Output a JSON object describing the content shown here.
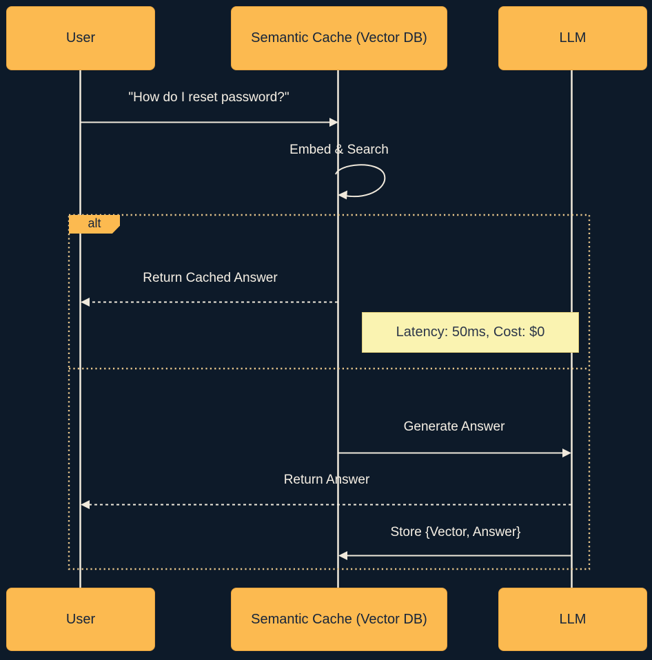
{
  "colors": {
    "bg": "#0d1a29",
    "actor-fill": "#fcba50",
    "actor-border": "#e8a33d",
    "actor-text": "#15243a",
    "line": "#f0e9dc",
    "text": "#f5efe4",
    "frame": "#e9c78c",
    "note-fill": "#faf3b1",
    "note-border": "#e0cd7a",
    "note-text": "#2c3649"
  },
  "diagram": {
    "type": "sequence",
    "actors": {
      "user": "User",
      "cache": "Semantic Cache (Vector DB)",
      "llm": "LLM"
    },
    "messages": {
      "query": "\"How do I reset password?\"",
      "embed": "Embed & Search",
      "return_cached": "Return Cached Answer",
      "generate": "Generate Answer",
      "return_answer": "Return Answer",
      "store": "Store {Vector, Answer}"
    },
    "frame": {
      "label": "alt"
    },
    "note": {
      "text": "Latency: 50ms, Cost: $0"
    }
  }
}
